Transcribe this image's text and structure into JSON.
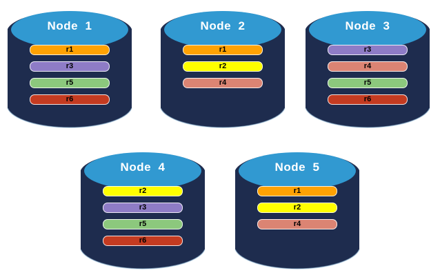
{
  "diagram": {
    "nodes": [
      {
        "label": "Node  1",
        "replicas": [
          {
            "id": "r1"
          },
          {
            "id": "r3"
          },
          {
            "id": "r5"
          },
          {
            "id": "r6"
          }
        ]
      },
      {
        "label": "Node  2",
        "replicas": [
          {
            "id": "r1"
          },
          {
            "id": "r2"
          },
          {
            "id": "r4"
          }
        ]
      },
      {
        "label": "Node  3",
        "replicas": [
          {
            "id": "r3"
          },
          {
            "id": "r4"
          },
          {
            "id": "r5"
          },
          {
            "id": "r6"
          }
        ]
      },
      {
        "label": "Node  4",
        "replicas": [
          {
            "id": "r2"
          },
          {
            "id": "r3"
          },
          {
            "id": "r5"
          },
          {
            "id": "r6"
          }
        ]
      },
      {
        "label": "Node  5",
        "replicas": [
          {
            "id": "r1"
          },
          {
            "id": "r2"
          },
          {
            "id": "r4"
          }
        ]
      }
    ],
    "replica_colors": {
      "r1": "#FFA203",
      "r2": "#FFFF00",
      "r3": "#8E7CC6",
      "r4": "#DB8473",
      "r5": "#8CC87D",
      "r6": "#C43B21"
    },
    "cylinder_colors": {
      "body": "#1E2C4E",
      "top": "#3199D1",
      "bottom_edge_highlight": "#9CC4E0",
      "title_text": "#FFFFFF",
      "bar_text": "#000000"
    },
    "background": "#FFFFFF"
  }
}
